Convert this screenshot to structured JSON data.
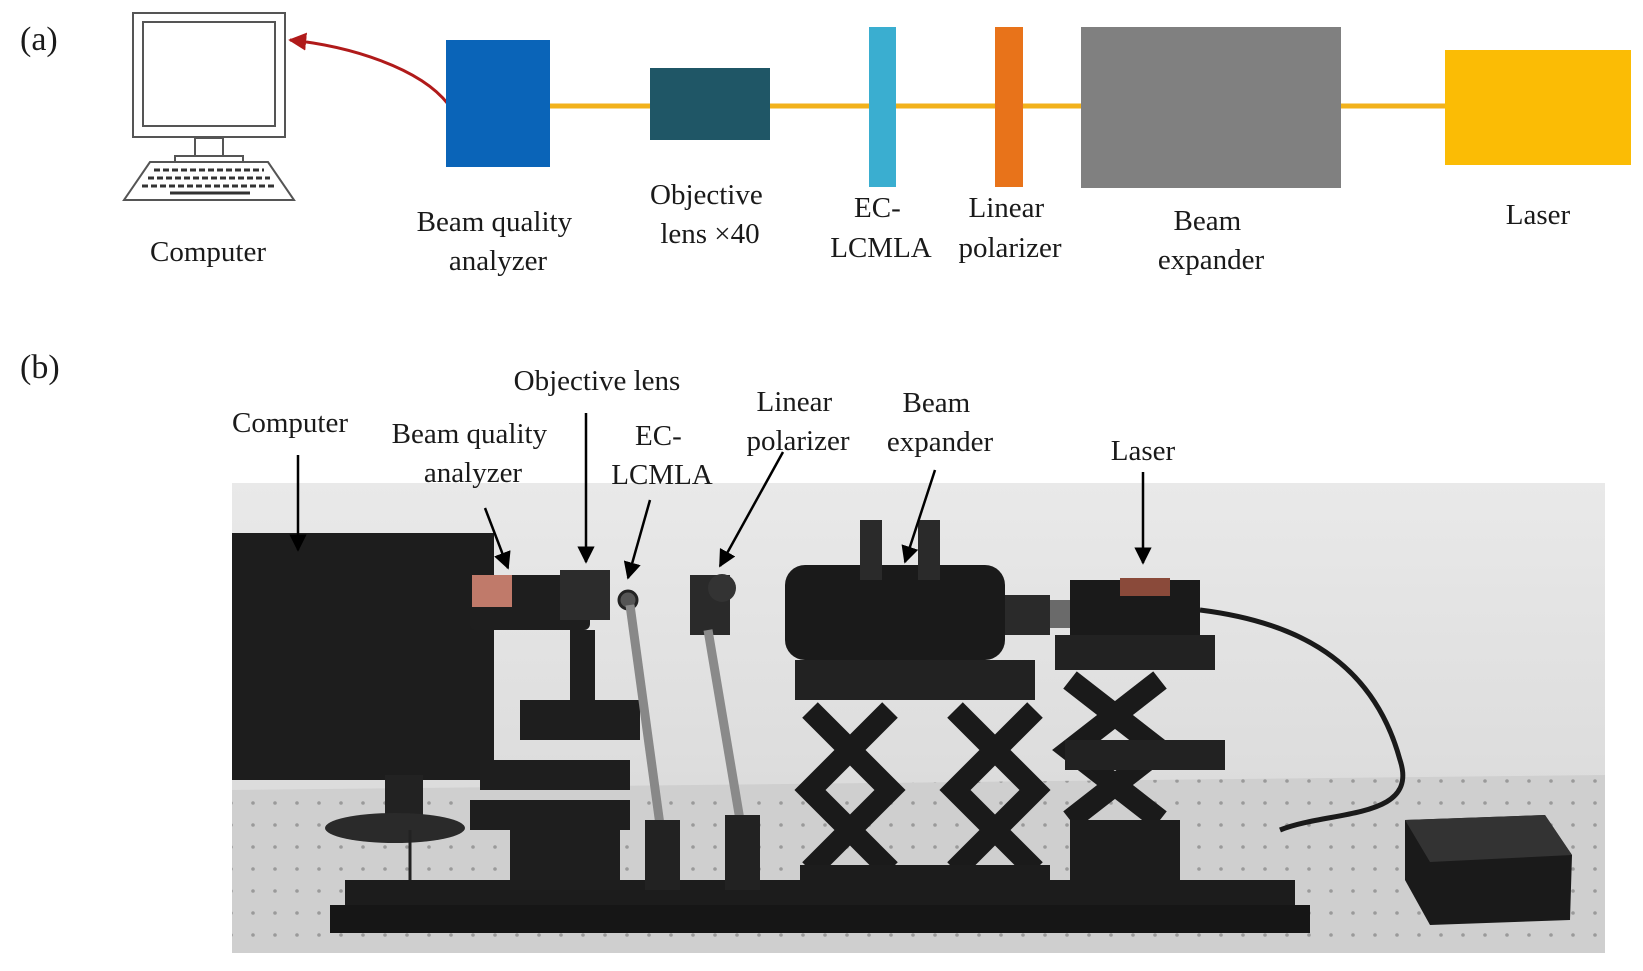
{
  "panel_a": {
    "tag": "(a)",
    "labels": {
      "computer": [
        "Computer"
      ],
      "analyzer": [
        "Beam quality",
        "analyzer"
      ],
      "objective": [
        "Objective",
        "lens ×40"
      ],
      "eclcmla": [
        "EC-",
        "LCMLA"
      ],
      "polarizer": [
        "Linear",
        "polarizer"
      ],
      "expander": [
        "Beam",
        "expander"
      ],
      "laser": [
        "Laser"
      ]
    },
    "colors": {
      "beam_line": "#f2b21c",
      "analyzer": "#0a64b8",
      "objective": "#1f5666",
      "eclcmla": "#3aaed0",
      "polarizer": "#e8731a",
      "expander": "#808080",
      "laser": "#fbbc05",
      "signal_arrow": "#b01a1a"
    }
  },
  "panel_b": {
    "tag": "(b)",
    "labels": {
      "computer": [
        "Computer"
      ],
      "analyzer": [
        "Beam quality",
        "analyzer"
      ],
      "objective": [
        "Objective lens"
      ],
      "eclcmla": [
        "EC-",
        "LCMLA"
      ],
      "polarizer": [
        "Linear",
        "polarizer"
      ],
      "expander": [
        "Beam",
        "expander"
      ],
      "laser": [
        "Laser"
      ]
    }
  }
}
